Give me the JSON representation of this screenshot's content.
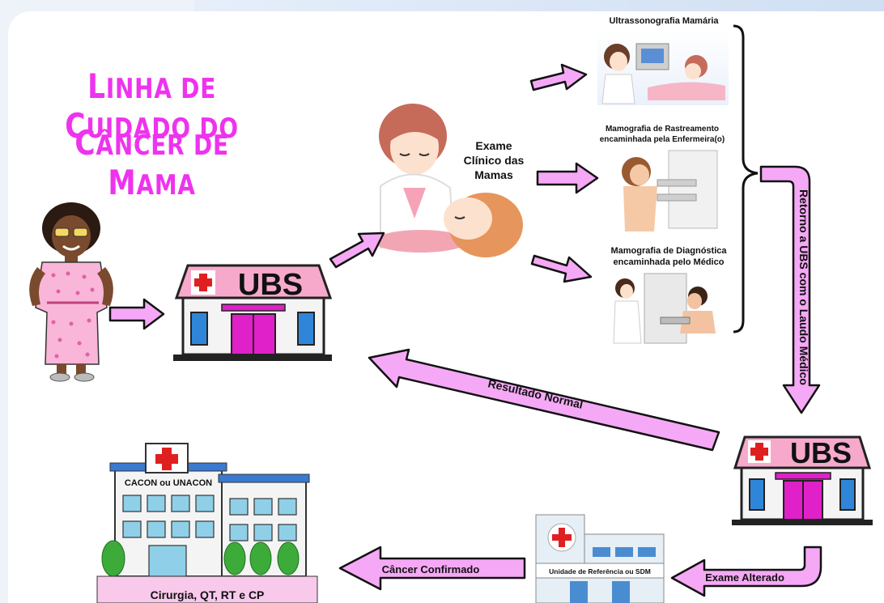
{
  "title": {
    "line1": "Linha de Cuidado do",
    "line2": "Câncer de Mama"
  },
  "ubs_label": "UBS",
  "ubs_label_2": "UBS",
  "exam_clinical": {
    "line1": "Exame",
    "line2": "Clínico das",
    "line3": "Mamas"
  },
  "exams": {
    "ultrasound": "Ultrassonografia Mamária",
    "screening_line1": "Mamografia de Rastreamento",
    "screening_line2": "encaminhada pela Enfermeira(o)",
    "diagnostic_line1": "Mamografia de Diagnóstica",
    "diagnostic_line2": "encaminhada pelo Médico"
  },
  "arrows": {
    "return": "Retorno a UBS com o Laudo Médico",
    "normal": "Resultado Normal",
    "altered": "Exame Alterado",
    "confirmed": "Câncer Confirmado"
  },
  "reference_unit": "Unidade de Referência ou SDM",
  "hospital": {
    "sign": "CACON ou UNACON",
    "base": "Cirurgia, QT, RT e CP"
  },
  "colors": {
    "title": "#EE33EE",
    "arrow_fill": "#F5A8F5",
    "arrow_outline": "#111111",
    "ubs_roof": "#F4A0C8",
    "ubs_door": "#E020C8",
    "red_cross": "#E02020"
  }
}
